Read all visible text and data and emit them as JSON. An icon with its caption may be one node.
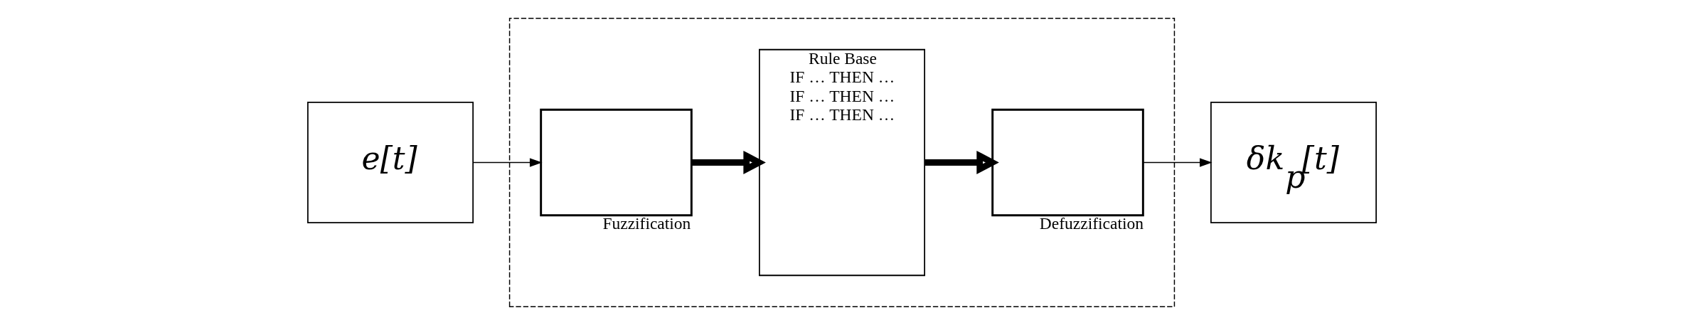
{
  "diagram": {
    "nodes": [
      {
        "text": [],
        "shape": "box"
      },
      {
        "text": [
          "e[t]"
        ]
      },
      {
        "text": [],
        "shape": "box",
        "beside": [
          "Fuzzification"
        ],
        "in": 0
      },
      {
        "text": [
          "Rule Base",
          "IF … THEN …",
          "IF … THEN …",
          "IF … THEN …"
        ],
        "in": 0
      },
      {
        "text": [],
        "shape": "box",
        "beside": [
          "Defuzzification"
        ],
        "in": 0
      },
      {
        "text": [
          "δk$_{p}$[t]"
        ]
      }
    ],
    "edges": [
      {
        "from": 1,
        "to": 2,
        "arrow": "to"
      },
      {
        "from": 2,
        "to": 3,
        "arrow": "to",
        "style": "thick"
      },
      {
        "from": 3,
        "to": 4,
        "arrow": "to",
        "style": "thick"
      },
      {
        "from": 4,
        "to": 5,
        "arrow": "to"
      }
    ]
  }
}
